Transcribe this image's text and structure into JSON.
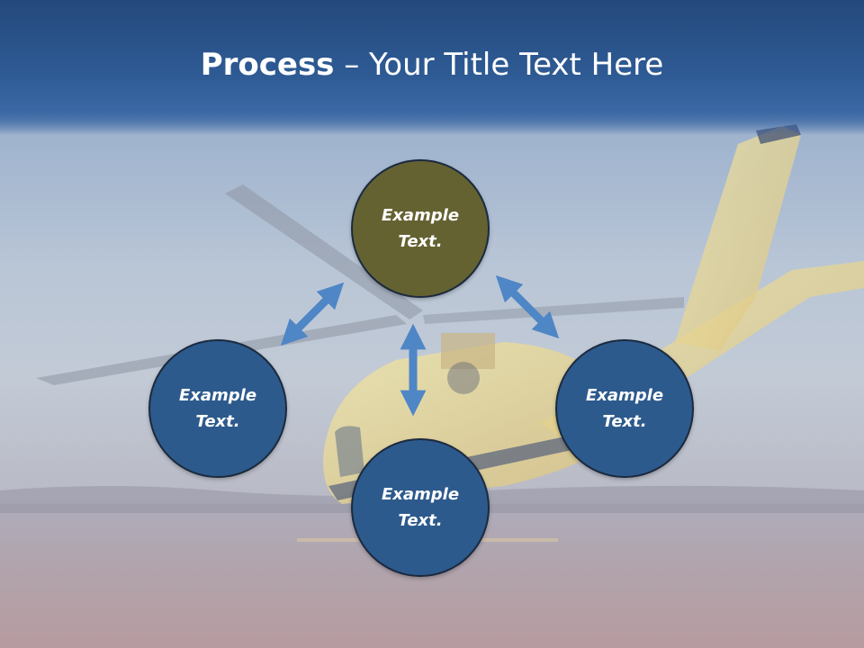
{
  "slide": {
    "title_bold": "Process",
    "title_rest": " – Your Title Text Here"
  },
  "nodes": {
    "top": "Example\nText.",
    "left": "Example\nText.",
    "right": "Example\nText.",
    "bottom": "Example\nText."
  },
  "colors": {
    "top_node": "#656232",
    "other_nodes": "#2d5a8c",
    "arrows": "#4f86c6",
    "header": "#2e5a94"
  },
  "background_icon": "helicopter-photo"
}
